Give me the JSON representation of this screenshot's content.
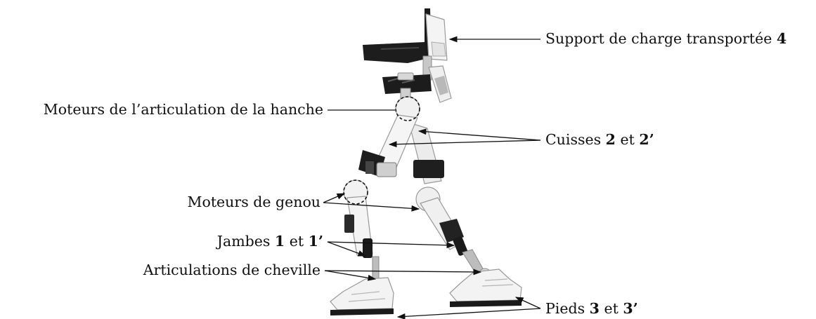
{
  "labels": {
    "load_support": {
      "text": "Support de charge transportée ",
      "num": "4"
    },
    "hip_motors": {
      "text": "Moteurs de l’articulation de la hanche"
    },
    "thighs": {
      "text": "Cuisses ",
      "num1": "2",
      "mid": " et ",
      "num2": "2’"
    },
    "knee_motors": {
      "text": "Moteurs de genou"
    },
    "legs": {
      "text": "Jambes ",
      "num1": "1",
      "mid": " et ",
      "num2": "1’"
    },
    "ankles": {
      "text": "Articulations de cheville"
    },
    "feet": {
      "text": "Pieds ",
      "num1": "3",
      "mid": " et ",
      "num2": "3’"
    }
  },
  "colors": {
    "frame": "#f2f2f2",
    "strap": "#1c1c1c",
    "outline": "#9a9a9a",
    "text": "#111111"
  }
}
